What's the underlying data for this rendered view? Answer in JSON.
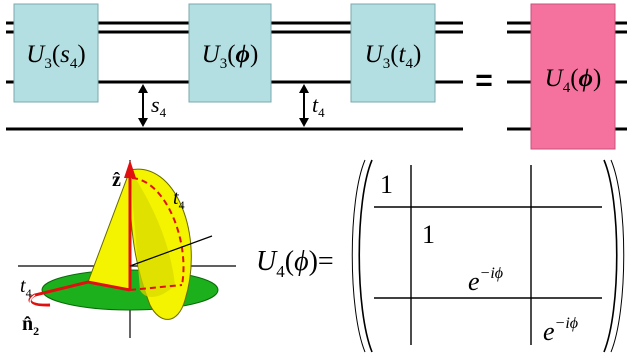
{
  "circuit": {
    "gates": [
      {
        "name": "U",
        "sub": "3",
        "arg": "s",
        "arg_sub": "4",
        "arg_style": "italic"
      },
      {
        "name": "U",
        "sub": "3",
        "arg": "ϕ",
        "arg_sub": "",
        "arg_style": "bold-italic"
      },
      {
        "name": "U",
        "sub": "3",
        "arg": "t",
        "arg_sub": "4",
        "arg_style": "italic"
      }
    ],
    "equals": "=",
    "result_gate": {
      "name": "U",
      "sub": "4",
      "arg": "ϕ",
      "arg_style": "bold-italic"
    },
    "spacers": [
      {
        "label": "s",
        "sub": "4"
      },
      {
        "label": "t",
        "sub": "4"
      }
    ],
    "colors": {
      "gate_fill": "#b4dfe2",
      "result_fill": "#f5729f",
      "wire": "#000000"
    }
  },
  "sphere": {
    "z_axis_label": "ẑ",
    "n_axis_label": "n̂",
    "n_axis_sub": "2",
    "t_label_top": {
      "text": "t",
      "sub": "4"
    },
    "t_label_left": {
      "text": "t",
      "sub": "4"
    },
    "colors": {
      "disk": "#1cb01c",
      "cone": "#f4f400",
      "arrow": "#e01010"
    }
  },
  "matrix": {
    "lhs": {
      "name": "U",
      "sub": "4",
      "arg": "ϕ"
    },
    "entries": {
      "e11": "1",
      "e22": "1",
      "phase_base": "e",
      "phase_exp": "−iϕ"
    }
  }
}
